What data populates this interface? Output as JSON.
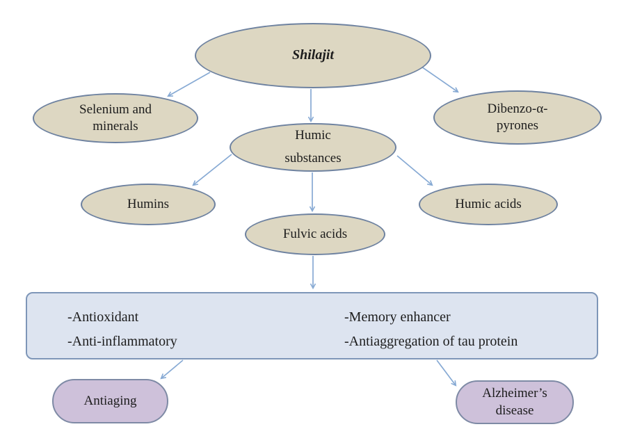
{
  "figure": {
    "type": "flowchart"
  },
  "colors": {
    "ellipse_fill": "#ddd7c2",
    "ellipse_border": "#6e82a0",
    "box_fill": "#dde4f0",
    "box_border": "#7e96b8",
    "pill_fill": "#cec1da",
    "pill_border": "#7e8aa5",
    "arrow": "#87aad4",
    "text": "#1c1c1c"
  },
  "nodes": {
    "shilajit": {
      "label": "Shilajit"
    },
    "selenium": {
      "lines": [
        "Selenium and",
        "minerals"
      ]
    },
    "dibenzo": {
      "lines": [
        "Dibenzo-α-",
        "pyrones"
      ]
    },
    "humic_substances": {
      "lines": [
        "Humic",
        "substances"
      ]
    },
    "humins": {
      "label": "Humins"
    },
    "fulvic": {
      "label": "Fulvic acids"
    },
    "humic_acids": {
      "label": "Humic acids"
    },
    "antiaging": {
      "label": "Antiaging"
    },
    "alzheimers": {
      "lines": [
        "Alzheimer’s",
        "disease"
      ]
    }
  },
  "benefits_box": {
    "left_items": [
      "-Antioxidant",
      "-Anti-inflammatory"
    ],
    "right_items": [
      "-Memory enhancer",
      "-Antiaggregation of tau protein"
    ]
  }
}
